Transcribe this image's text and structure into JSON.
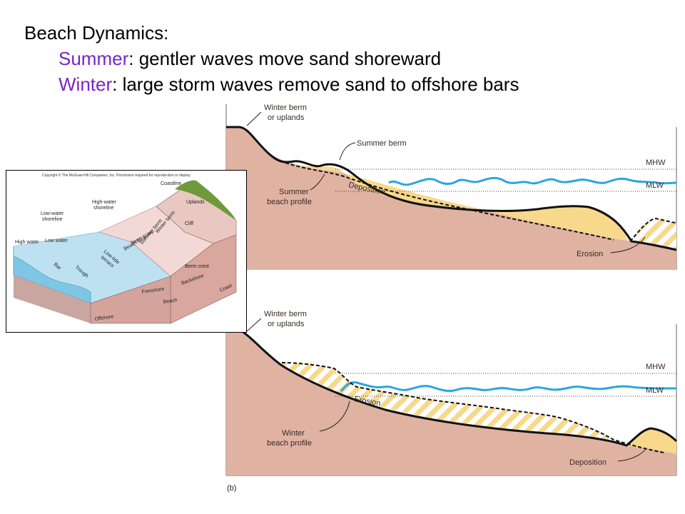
{
  "heading": {
    "title": "Beach Dynamics:",
    "summer_key": "Summer",
    "summer_text": ": gentler waves move sand shoreward",
    "winter_key": "Winter",
    "winter_text": ": large storm waves remove sand to offshore bars"
  },
  "colors": {
    "keyword": "#7a24c9",
    "rock": "#dfb2a2",
    "sand": "#f8d88a",
    "water": "#2aa6df"
  },
  "summer_diagram": {
    "winter_berm": [
      "Winter berm",
      "or uplands"
    ],
    "summer_berm": "Summer berm",
    "mhw": "MHW",
    "mlw": "MLW",
    "profile": [
      "Summer",
      "beach profile"
    ],
    "deposition": "Deposition",
    "erosion": "Erosion"
  },
  "winter_diagram": {
    "winter_berm": [
      "Winter berm",
      "or uplands"
    ],
    "mhw": "MHW",
    "mlw": "MLW",
    "erosion": "Erosion",
    "profile": [
      "Winter",
      "beach profile"
    ],
    "deposition": "Deposition",
    "figure_label": "(b)"
  },
  "inset": {
    "copyright": "Copyright © The McGraw-Hill Companies, Inc. Permission required for reproduction or display.",
    "labels": {
      "coastline": "Coastline",
      "high_water_shoreline": [
        "High-water",
        "shoreline"
      ],
      "low_water_shoreline": [
        "Low-water",
        "shoreline"
      ],
      "uplands": "Uplands",
      "cliff": "Cliff",
      "winter_berm": "Winter berm",
      "summer_berm": "Summer berm",
      "berm_scarp": "Berm scarp",
      "beach_face": "Beach face",
      "high_water": "High water",
      "low_water": "Low water",
      "low_tide_terrace": [
        "Low-tide",
        "terrace"
      ],
      "bar": "Bar",
      "trough": "Trough",
      "berm_crest": "Berm crest",
      "foreshore": "Foreshore",
      "backshore": "Backshore",
      "coast": "Coast",
      "beach": "Beach",
      "offshore": "Offshore"
    }
  }
}
